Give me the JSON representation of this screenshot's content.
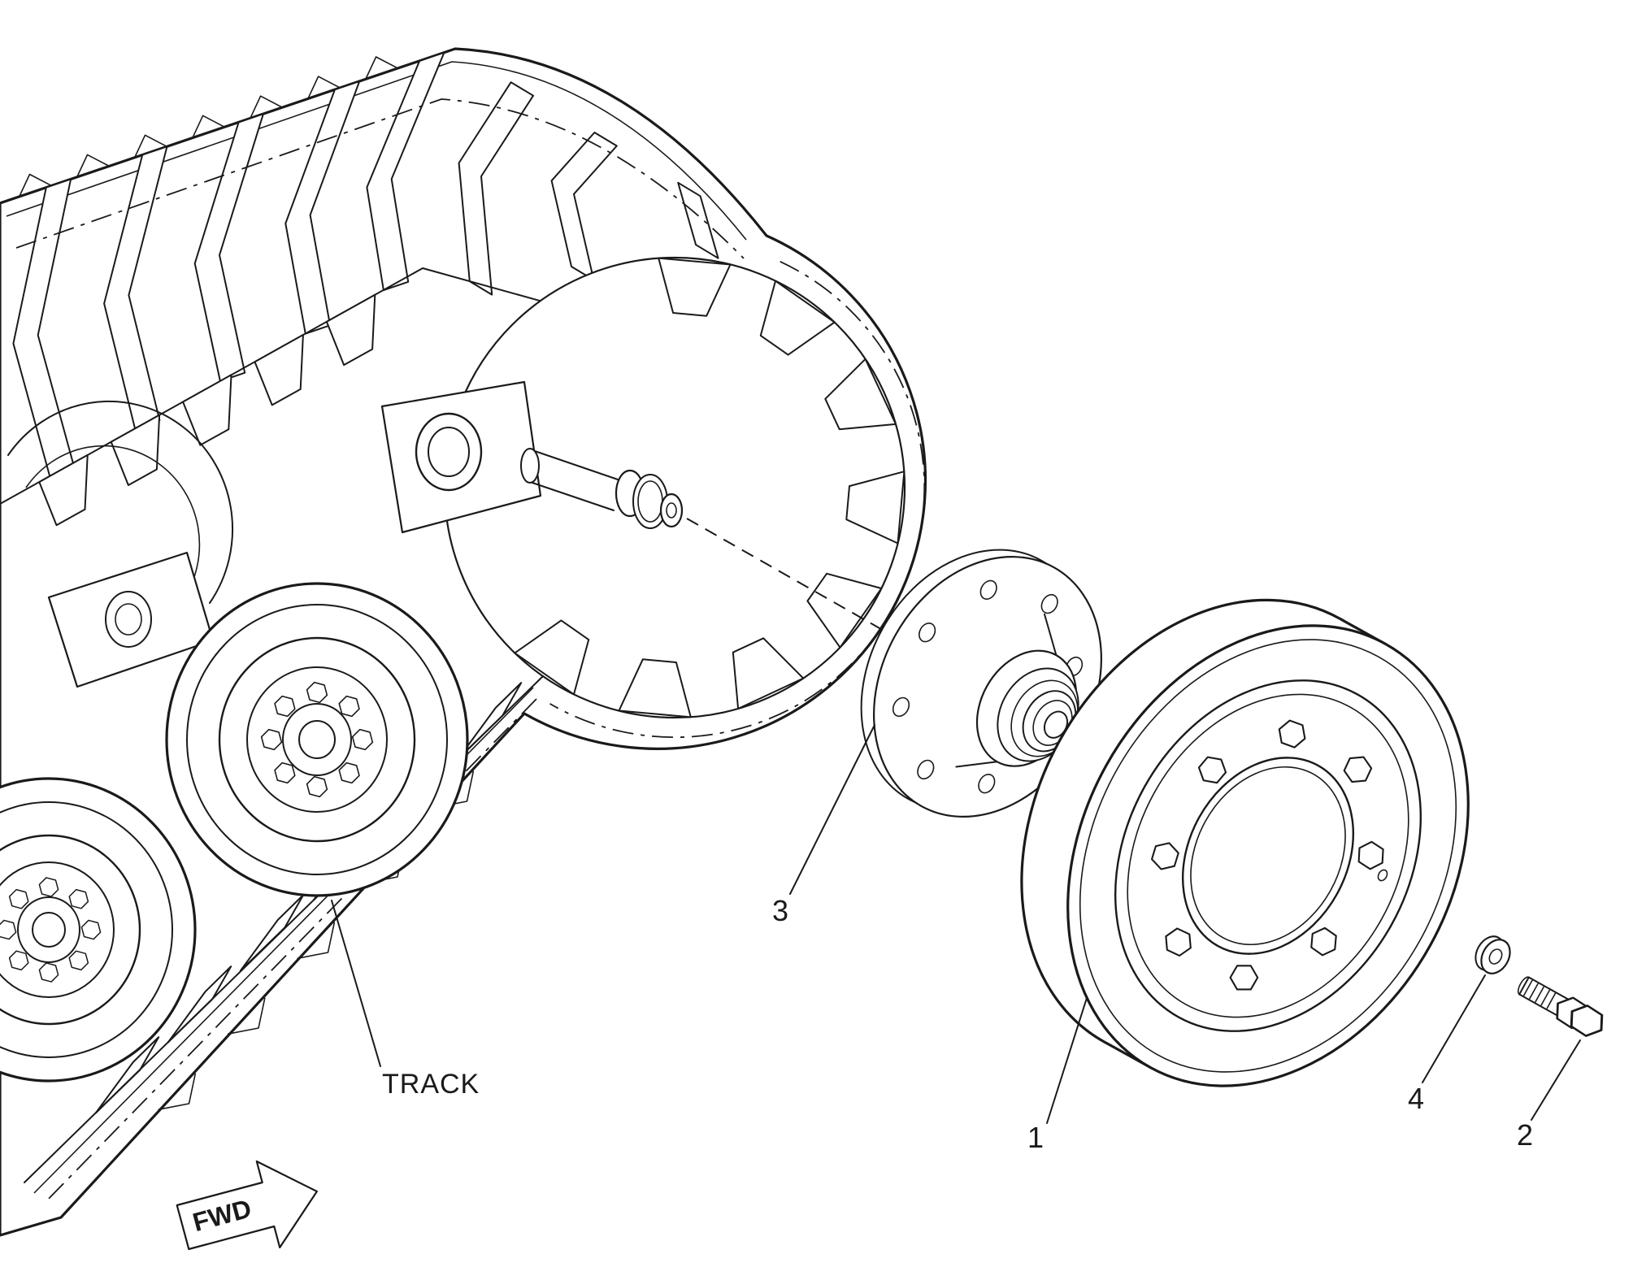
{
  "figure": {
    "type": "exploded-parts-diagram",
    "description": "Track undercarriage with exploded idler wheel, hub, washer and bolt"
  },
  "labels": {
    "track": "TRACK",
    "fwd": "FWD"
  },
  "callouts": [
    "1",
    "2",
    "3",
    "4"
  ],
  "colors": {
    "ink": "#1a1a1a",
    "background": "#ffffff"
  }
}
